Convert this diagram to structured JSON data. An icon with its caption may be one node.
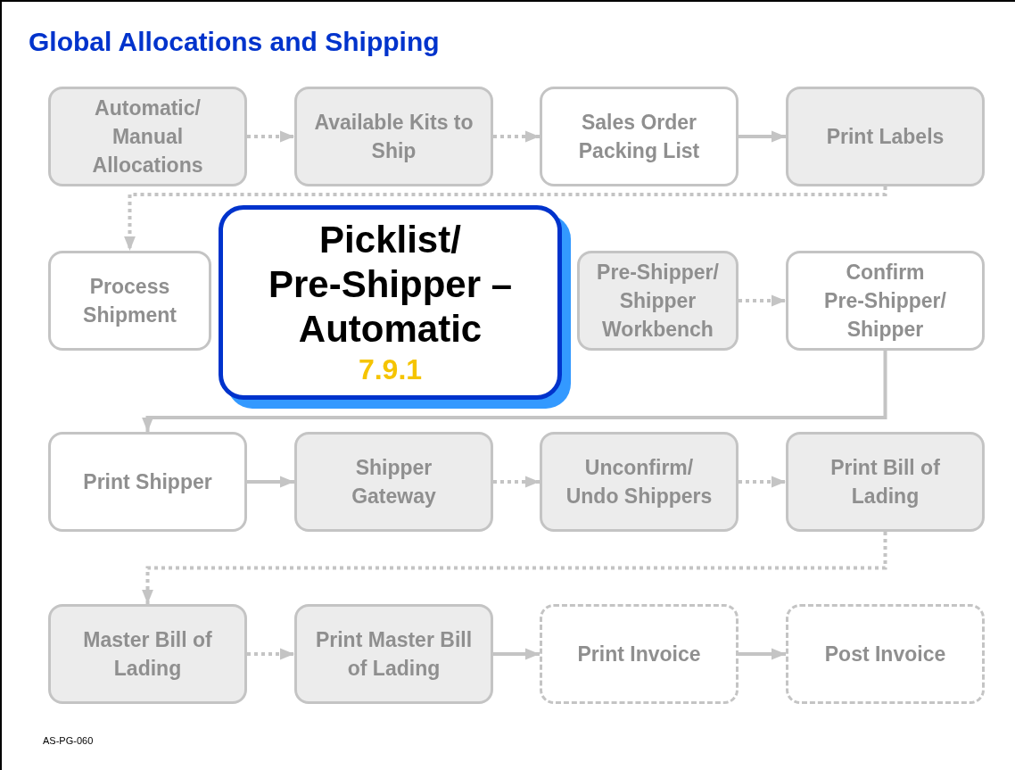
{
  "diagram": {
    "title": "Global Allocations and Shipping",
    "nodes": [
      {
        "text": [
          "Automatic/ Manual Allocations"
        ]
      },
      {
        "text": [
          "Available Kits to Ship"
        ]
      },
      {
        "text": [
          "Sales Order Packing List"
        ]
      },
      {
        "text": [
          "Print Labels"
        ]
      },
      {
        "text": [
          "Process Shipment"
        ]
      },
      {
        "text": [
          "Picklist/ Pre-Shipper – Automatic",
          "7.9.1"
        ]
      },
      {
        "text": [
          "Pre-Shipper/ Shipper Workbench"
        ]
      },
      {
        "text": [
          "Confirm Pre-Shipper/ Shipper"
        ]
      },
      {
        "text": [
          "Print Shipper"
        ]
      },
      {
        "text": [
          "Shipper Gateway"
        ]
      },
      {
        "text": [
          "Unconfirm/ Undo Shippers"
        ]
      },
      {
        "text": [
          "Print Bill of Lading"
        ]
      },
      {
        "text": [
          "Master Bill of Lading"
        ]
      },
      {
        "text": [
          "Print Master Bill of Lading"
        ]
      },
      {
        "text": [
          "Print Invoice"
        ]
      },
      {
        "text": [
          "Post Invoice"
        ]
      }
    ],
    "edges": [
      {
        "from": 0,
        "to": 1,
        "arrow": "to",
        "style": "dashed"
      },
      {
        "from": 1,
        "to": 2,
        "arrow": "to",
        "style": "dashed"
      },
      {
        "from": 2,
        "to": 3,
        "arrow": "to"
      },
      {
        "from": 3,
        "to": 4,
        "arrow": "to",
        "style": "dashed"
      },
      {
        "from": 6,
        "to": 7,
        "arrow": "to",
        "style": "dashed"
      },
      {
        "from": 7,
        "to": 8,
        "arrow": "to"
      },
      {
        "from": 8,
        "to": 9,
        "arrow": "to"
      },
      {
        "from": 9,
        "to": 10,
        "arrow": "to",
        "style": "dashed"
      },
      {
        "from": 10,
        "to": 11,
        "arrow": "to",
        "style": "dashed"
      },
      {
        "from": 11,
        "to": 12,
        "arrow": "to",
        "style": "dashed"
      },
      {
        "from": 12,
        "to": 13,
        "arrow": "to",
        "style": "dashed"
      },
      {
        "from": 13,
        "to": 14,
        "arrow": "to"
      },
      {
        "from": 14,
        "to": 15,
        "arrow": "to"
      }
    ],
    "labels": [
      "AS-PG-060"
    ]
  }
}
